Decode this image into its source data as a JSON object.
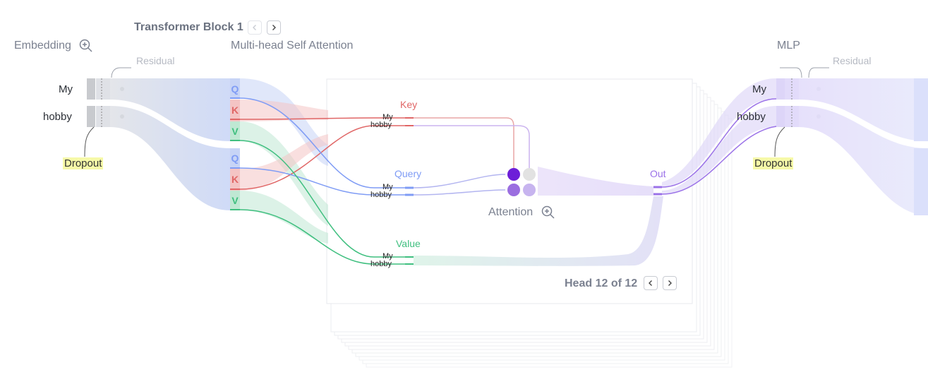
{
  "header": {
    "embedding_title": "Embedding",
    "transformer_block_title": "Transformer Block 1",
    "mhsa_title": "Multi-head Self Attention",
    "mlp_title": "MLP",
    "residual_left": "Residual",
    "residual_right": "Residual"
  },
  "tokens": [
    "My",
    "hobby"
  ],
  "dropout_left": "Dropout",
  "dropout_right": "Dropout",
  "qkv_letters": {
    "q": "Q",
    "k": "K",
    "v": "V"
  },
  "head_panel": {
    "key_label": "Key",
    "query_label": "Query",
    "value_label": "Value",
    "out_label": "Out",
    "attention_label": "Attention",
    "head_counter": "Head 12 of 12",
    "row_token_1": "My",
    "row_token_2": "hobby"
  },
  "icons": {
    "embedding_zoom": "zoom-in-icon",
    "attention_zoom": "zoom-in-icon",
    "prev": "chevron-left-icon",
    "next": "chevron-right-icon"
  },
  "colors": {
    "query": "#7f9cf5",
    "key": "#e06666",
    "value": "#3fbf7f",
    "out": "#9b72e8",
    "attention_dark": "#6d1ed8",
    "attention_mid": "#9b6ee0",
    "attention_light": "#c7b4ef",
    "attention_gray": "#e2e2e2",
    "dropout_bg": "#f6f9a8"
  }
}
